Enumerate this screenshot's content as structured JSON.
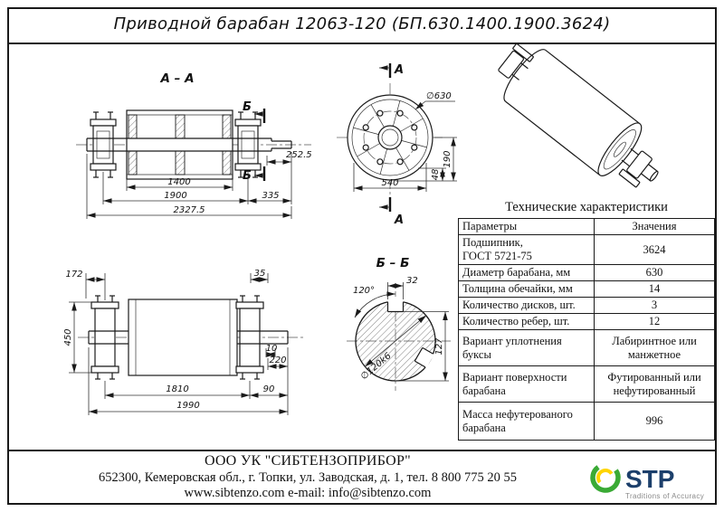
{
  "title": "Приводной барабан 12063-120 (БП.630.1400.1900.3624)",
  "drawings": {
    "section_aa": {
      "label": "А – А",
      "marker": "Б",
      "dims": {
        "d1400": "1400",
        "d1900": "1900",
        "d335": "335",
        "d2327": "2327.5",
        "d252": "252.5"
      }
    },
    "front_view": {
      "marker": "А",
      "dims": {
        "d630": "∅630",
        "d540": "540",
        "d48": "48",
        "d190": "190"
      }
    },
    "side_view": {
      "dims": {
        "d172": "172",
        "d35": "35",
        "d450": "450",
        "d10": "10",
        "d220": "220",
        "d1810": "1810",
        "d90": "90",
        "d1990": "1990"
      }
    },
    "section_bb": {
      "label": "Б – Б",
      "dims": {
        "d32": "32",
        "d120deg": "120°",
        "d127": "127",
        "dshaft": "∅120k6"
      }
    }
  },
  "specs": {
    "title": "Технические характеристики",
    "headers": [
      "Параметры",
      "Значения"
    ],
    "rows": [
      {
        "param": "Подшипник,\nГОСТ 5721-75",
        "value": "3624"
      },
      {
        "param": "Диаметр барабана, мм",
        "value": "630"
      },
      {
        "param": "Толщина обечайки, мм",
        "value": "14"
      },
      {
        "param": "Количество дисков, шт.",
        "value": "3"
      },
      {
        "param": "Количество ребер, шт.",
        "value": "12"
      },
      {
        "param": "Вариант уплотнения буксы",
        "value": "Лабиринтное или манжетное"
      },
      {
        "param": "Вариант поверхности барабана",
        "value": "Футированный или нефутированный"
      },
      {
        "param": "Масса нефутерованого барабана",
        "value": "996"
      }
    ]
  },
  "footer": {
    "company": "ООО УК \"СИБТЕНЗОПРИБОР\"",
    "address": "652300, Кемеровская обл., г. Топки, ул. Заводская, д. 1, тел. 8 800 775 20 55",
    "contacts": "www.sibtenzo.com e-mail: info@sibtenzo.com",
    "logo_text": "STP",
    "logo_tagline": "Traditions of Accuracy"
  },
  "colors": {
    "line": "#1a1a1a",
    "logo_green": "#3aaa35",
    "logo_yellow": "#ffd500",
    "logo_navy": "#1c3f6b",
    "logo_gray": "#8a8a8a"
  }
}
